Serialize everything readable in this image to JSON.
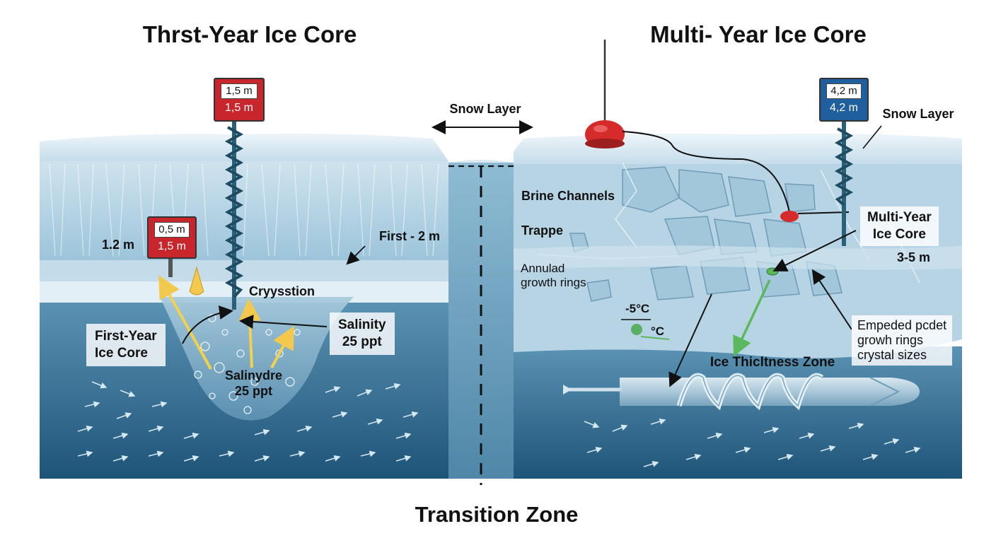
{
  "titles": {
    "left": "Thrst-Year Ice Core",
    "right": "Multi- Year Ice Core",
    "bottom": "Transition Zone"
  },
  "labels": {
    "snow_layer_center": "Snow Layer",
    "snow_layer_right": "Snow Layer",
    "depth_left": "1.2 m",
    "first_2m": "First - 2 m",
    "crystallization": "Cryysstion",
    "first_year_core": "First-Year\nIce Core",
    "salinity_box": "Salinity\n25 ppt",
    "salinity_bottom": "Salinydre\n25 ppt",
    "brine_channels": "Brine Channels",
    "trapped": "Trappe",
    "annual_rings": "Annulad\ngrowth rings",
    "temp_a": "-5°C",
    "temp_b": "°C",
    "multi_year_core": "Multi-Year\nIce Core",
    "depth_right": "3-5 m",
    "embedded": "Empeded pcdet\ngrowh rings\ncrystal sizes",
    "ice_thickness_zone": "Ice Thicltness Zone"
  },
  "gauges": {
    "left_main": {
      "window": "1,5 m",
      "value": "1,5 m"
    },
    "left_small": {
      "window": "0,5 m",
      "value": "1,5 m"
    },
    "right_main": {
      "window": "4,2 m",
      "value": "4,2 m"
    }
  },
  "colors": {
    "red_gauge": "#c8262c",
    "blue_gauge": "#1f5f9e",
    "snow": "#dbe9f2",
    "ice": "#a9cde0",
    "water": "#2f6f94",
    "deep_water": "#1f5679",
    "arrow_yellow": "#f2c94c",
    "arrow_green": "#5cb85c"
  }
}
